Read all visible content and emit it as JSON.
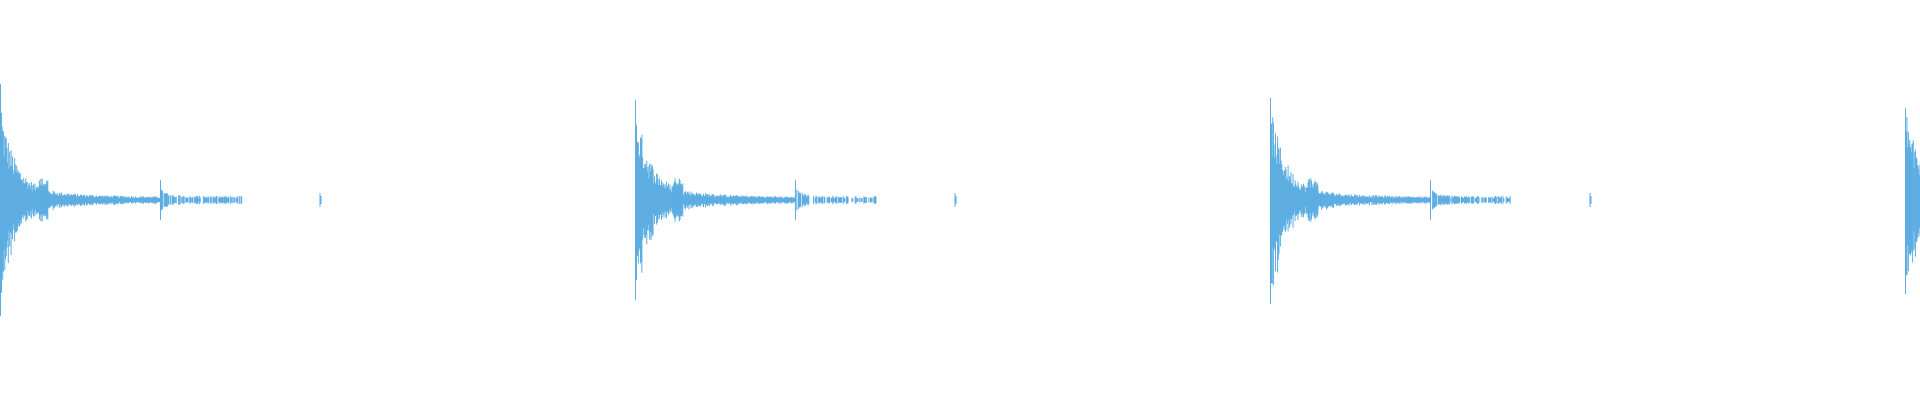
{
  "waveform": {
    "color": "#5dade2",
    "background": "#ffffff",
    "hits": [
      {
        "peak_top": 0.58,
        "peak_bottom": 0.58
      },
      {
        "peak_top": 0.5,
        "peak_bottom": 0.5
      },
      {
        "peak_top": 0.51,
        "peak_bottom": 0.52
      },
      {
        "peak_top": 0.46,
        "peak_bottom": 0.47
      }
    ]
  }
}
